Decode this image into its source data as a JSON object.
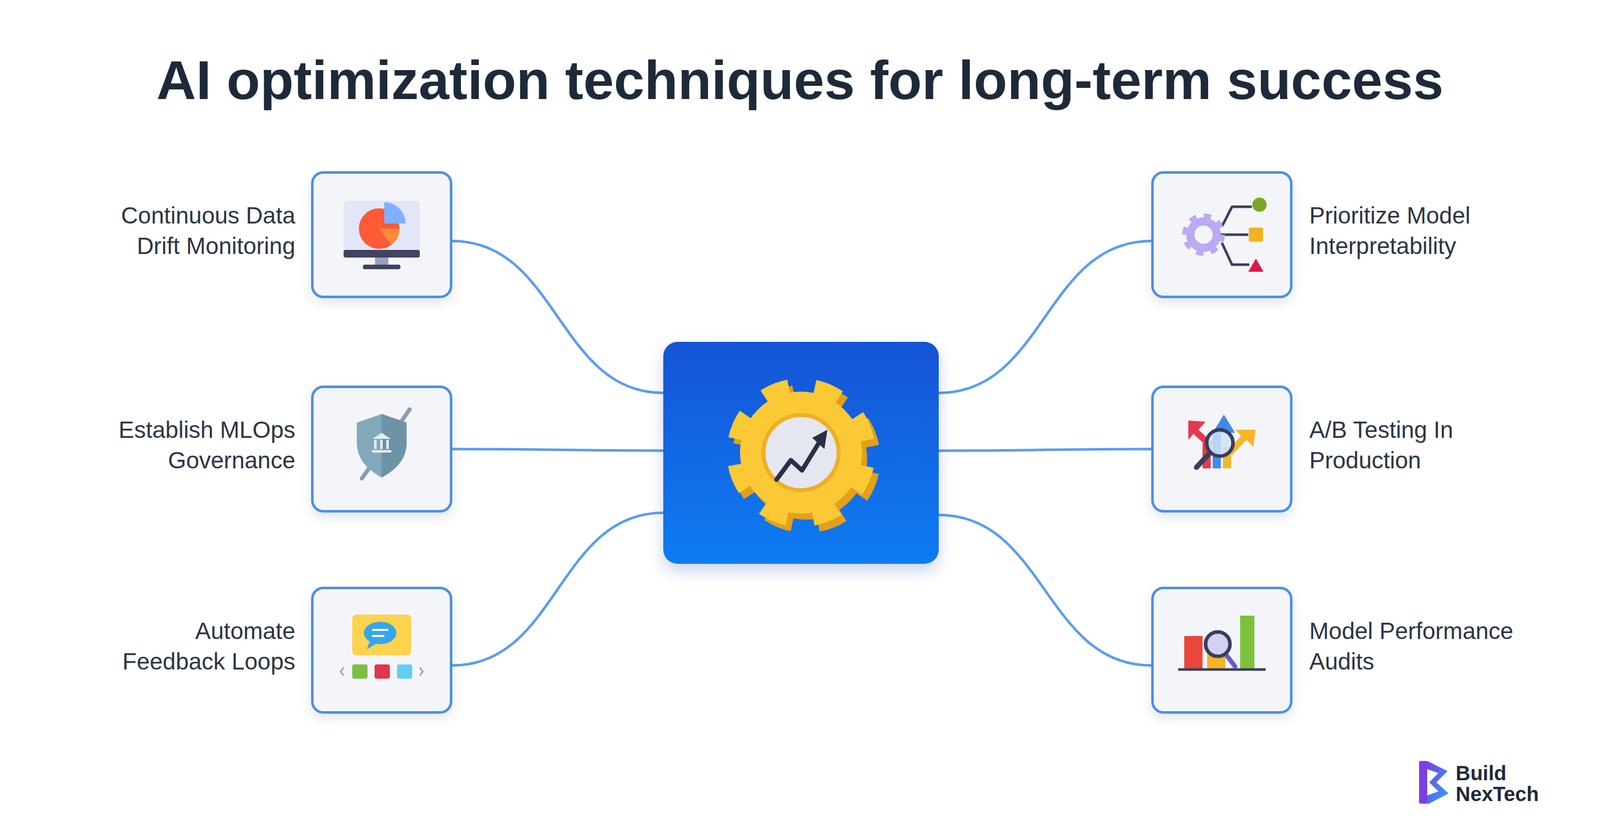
{
  "diagram": {
    "title": "AI optimization techniques for long-term success",
    "nodes": [
      {
        "text": [
          "Continuous Data Drift Monitoring"
        ]
      },
      {
        "text": [
          "Prioritize Model Interpretability"
        ]
      },
      {
        "text": []
      },
      {
        "text": [
          "Establish MLOps Governance"
        ]
      },
      {
        "text": [
          "A/B Testing In Production"
        ]
      },
      {
        "text": [
          "Automate Feedback Loops"
        ]
      },
      {
        "text": [
          "Model Performance Audits"
        ]
      }
    ],
    "edges": [
      {
        "from": 2,
        "to": 0,
        "arrow": "none"
      },
      {
        "from": 2,
        "to": 1,
        "arrow": "none"
      },
      {
        "from": 2,
        "to": 3,
        "arrow": "none"
      },
      {
        "from": 2,
        "to": 4,
        "arrow": "none"
      },
      {
        "from": 2,
        "to": 5,
        "arrow": "none"
      },
      {
        "from": 2,
        "to": 6,
        "arrow": "none"
      }
    ],
    "labels": [
      "Build NexTech"
    ]
  }
}
